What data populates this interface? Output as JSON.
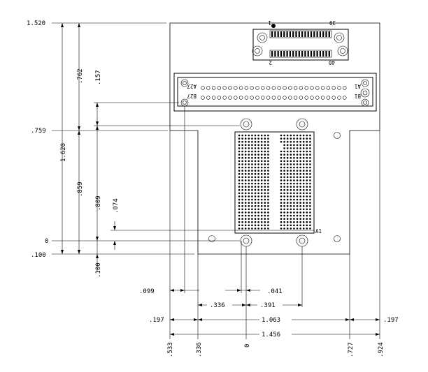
{
  "left_dims": {
    "y_top": "1.520",
    "y_759": ".759",
    "y_zero": "0",
    "y_neg100": ".100",
    "h_762": ".762",
    "h_157": ".157",
    "h_1620": "1.620",
    "h_859": ".859",
    "h_809": ".809",
    "h_074": ".074",
    "h_100": ".100"
  },
  "bottom_dims": {
    "d_099": ".099",
    "d_041": ".041",
    "d_336": ".336",
    "d_391": ".391",
    "d_197_left": ".197",
    "d_1063": "1.063",
    "d_197_right": ".197",
    "d_1456": "1.456"
  },
  "x_ticks": {
    "t_533": ".533",
    "t_336": ".336",
    "t_0": "0",
    "t_727": ".727",
    "t_924": ".924"
  },
  "labels": {
    "top_conn_pin1": "1",
    "top_conn_pin39": "39",
    "top_conn_pin2": "2",
    "top_conn_pin40": "40",
    "long_conn_A1": "A1",
    "long_conn_B1": "B1",
    "long_conn_A27": "A27",
    "long_conn_B27": "B27",
    "bga_A1": "A1"
  }
}
